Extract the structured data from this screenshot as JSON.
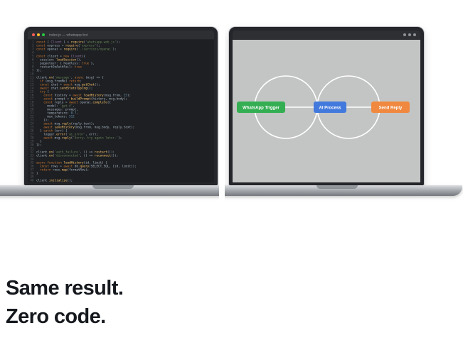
{
  "headline": {
    "line1": "Same result.",
    "line2": "Zero code."
  },
  "left_laptop": {
    "window_title": "index.js — whatsapp-bot",
    "traffic_lights": [
      "#ff5f57",
      "#febc2e",
      "#28c840"
    ],
    "code_lines": [
      {
        "n": 1,
        "t": [
          [
            "kw",
            "const"
          ],
          [
            "pl",
            " { "
          ],
          [
            "pr",
            "Client"
          ],
          [
            "pl",
            " } = "
          ],
          [
            "fn",
            "require"
          ],
          [
            "pl",
            "("
          ],
          [
            "str",
            "'whatsapp-web.js'"
          ],
          [
            "pl",
            ");"
          ]
        ]
      },
      {
        "n": 2,
        "t": [
          [
            "kw",
            "const"
          ],
          [
            "pl",
            " express = "
          ],
          [
            "fn",
            "require"
          ],
          [
            "pl",
            "("
          ],
          [
            "str",
            "'express'"
          ],
          [
            "pl",
            ");"
          ]
        ]
      },
      {
        "n": 3,
        "t": [
          [
            "kw",
            "const"
          ],
          [
            "pl",
            " openai = "
          ],
          [
            "fn",
            "require"
          ],
          [
            "pl",
            "("
          ],
          [
            "str",
            "'./services/openai'"
          ],
          [
            "pl",
            ");"
          ]
        ]
      },
      {
        "n": 4,
        "t": []
      },
      {
        "n": 5,
        "t": [
          [
            "kw",
            "const"
          ],
          [
            "pl",
            " client = "
          ],
          [
            "kw",
            "new"
          ],
          [
            "pl",
            " "
          ],
          [
            "pr",
            "Client"
          ],
          [
            "pl",
            "({"
          ]
        ]
      },
      {
        "n": 6,
        "t": [
          [
            "pl",
            "  session: "
          ],
          [
            "fn",
            "loadSession"
          ],
          [
            "pl",
            "(),"
          ]
        ]
      },
      {
        "n": 7,
        "t": [
          [
            "pl",
            "  puppeteer: { headless: "
          ],
          [
            "kw",
            "true"
          ],
          [
            "pl",
            " },"
          ]
        ]
      },
      {
        "n": 8,
        "t": [
          [
            "pl",
            "  restartOnAuthFail: "
          ],
          [
            "kw",
            "true"
          ]
        ]
      },
      {
        "n": 9,
        "t": [
          [
            "pl",
            "});"
          ]
        ]
      },
      {
        "n": 10,
        "t": []
      },
      {
        "n": 11,
        "t": [
          [
            "pl",
            "client."
          ],
          [
            "fn",
            "on"
          ],
          [
            "pl",
            "("
          ],
          [
            "str",
            "'message'"
          ],
          [
            "pl",
            ", "
          ],
          [
            "kw",
            "async"
          ],
          [
            "pl",
            " (msg) => {"
          ]
        ]
      },
      {
        "n": 12,
        "t": [
          [
            "pl",
            "  "
          ],
          [
            "kw",
            "if"
          ],
          [
            "pl",
            " (msg.fromMe) "
          ],
          [
            "kw",
            "return"
          ],
          [
            "pl",
            ";"
          ]
        ]
      },
      {
        "n": 13,
        "t": [
          [
            "pl",
            "  "
          ],
          [
            "kw",
            "const"
          ],
          [
            "pl",
            " chat = "
          ],
          [
            "kw",
            "await"
          ],
          [
            "pl",
            " msg."
          ],
          [
            "fn",
            "getChat"
          ],
          [
            "pl",
            "();"
          ]
        ]
      },
      {
        "n": 14,
        "t": [
          [
            "pl",
            "  "
          ],
          [
            "kw",
            "await"
          ],
          [
            "pl",
            " chat."
          ],
          [
            "fn",
            "sendStateTyping"
          ],
          [
            "pl",
            "();"
          ]
        ]
      },
      {
        "n": 15,
        "t": [
          [
            "pl",
            "  "
          ],
          [
            "kw",
            "try"
          ],
          [
            "pl",
            " {"
          ]
        ]
      },
      {
        "n": 16,
        "t": [
          [
            "pl",
            "    "
          ],
          [
            "kw",
            "const"
          ],
          [
            "pl",
            " history = "
          ],
          [
            "kw",
            "await"
          ],
          [
            "pl",
            " "
          ],
          [
            "fn",
            "loadHistory"
          ],
          [
            "pl",
            "(msg.from, "
          ],
          [
            "num",
            "25"
          ],
          [
            "pl",
            ");"
          ]
        ]
      },
      {
        "n": 17,
        "t": [
          [
            "pl",
            "    "
          ],
          [
            "kw",
            "const"
          ],
          [
            "pl",
            " prompt = "
          ],
          [
            "fn",
            "buildPrompt"
          ],
          [
            "pl",
            "(history, msg.body);"
          ]
        ]
      },
      {
        "n": 18,
        "t": [
          [
            "pl",
            "    "
          ],
          [
            "kw",
            "const"
          ],
          [
            "pl",
            " reply = "
          ],
          [
            "kw",
            "await"
          ],
          [
            "pl",
            " openai."
          ],
          [
            "fn",
            "complete"
          ],
          [
            "pl",
            "({"
          ]
        ]
      },
      {
        "n": 19,
        "t": [
          [
            "pl",
            "      model: "
          ],
          [
            "str",
            "'gpt-4'"
          ],
          [
            "pl",
            ","
          ]
        ]
      },
      {
        "n": 20,
        "t": [
          [
            "pl",
            "      messages: prompt,"
          ]
        ]
      },
      {
        "n": 21,
        "t": [
          [
            "pl",
            "      temperature: "
          ],
          [
            "num",
            "0.7"
          ],
          [
            "pl",
            ","
          ]
        ]
      },
      {
        "n": 22,
        "t": [
          [
            "pl",
            "      max_tokens: "
          ],
          [
            "num",
            "512"
          ]
        ]
      },
      {
        "n": 23,
        "t": [
          [
            "pl",
            "    });"
          ]
        ]
      },
      {
        "n": 24,
        "t": [
          [
            "pl",
            "    "
          ],
          [
            "kw",
            "await"
          ],
          [
            "pl",
            " msg."
          ],
          [
            "fn",
            "reply"
          ],
          [
            "pl",
            "(reply.text);"
          ]
        ]
      },
      {
        "n": 25,
        "t": [
          [
            "pl",
            "    "
          ],
          [
            "kw",
            "await"
          ],
          [
            "pl",
            " "
          ],
          [
            "fn",
            "saveHistory"
          ],
          [
            "pl",
            "(msg.from, msg.body, reply.text);"
          ]
        ]
      },
      {
        "n": 26,
        "t": [
          [
            "pl",
            "  } "
          ],
          [
            "kw",
            "catch"
          ],
          [
            "pl",
            " (err) {"
          ]
        ]
      },
      {
        "n": 27,
        "t": [
          [
            "pl",
            "    logger."
          ],
          [
            "fn",
            "error"
          ],
          [
            "pl",
            "("
          ],
          [
            "str",
            "'ai_error'"
          ],
          [
            "pl",
            ", err);"
          ]
        ]
      },
      {
        "n": 28,
        "t": [
          [
            "pl",
            "    "
          ],
          [
            "kw",
            "await"
          ],
          [
            "pl",
            " msg."
          ],
          [
            "fn",
            "reply"
          ],
          [
            "pl",
            "("
          ],
          [
            "str",
            "'Sorry, try again later.'"
          ],
          [
            "pl",
            ");"
          ]
        ]
      },
      {
        "n": 29,
        "t": [
          [
            "pl",
            "  }"
          ]
        ]
      },
      {
        "n": 30,
        "t": [
          [
            "pl",
            "});"
          ]
        ]
      },
      {
        "n": 31,
        "t": []
      },
      {
        "n": 32,
        "t": [
          [
            "pl",
            "client."
          ],
          [
            "fn",
            "on"
          ],
          [
            "pl",
            "("
          ],
          [
            "str",
            "'auth_failure'"
          ],
          [
            "pl",
            ", () => "
          ],
          [
            "fn",
            "restart"
          ],
          [
            "pl",
            "());"
          ]
        ]
      },
      {
        "n": 33,
        "t": [
          [
            "pl",
            "client."
          ],
          [
            "fn",
            "on"
          ],
          [
            "pl",
            "("
          ],
          [
            "str",
            "'disconnected'"
          ],
          [
            "pl",
            ", () => "
          ],
          [
            "fn",
            "reconnect"
          ],
          [
            "pl",
            "());"
          ]
        ]
      },
      {
        "n": 34,
        "t": []
      },
      {
        "n": 35,
        "t": [
          [
            "kw",
            "async"
          ],
          [
            "pl",
            " "
          ],
          [
            "kw",
            "function"
          ],
          [
            "pl",
            " "
          ],
          [
            "fn",
            "loadHistory"
          ],
          [
            "pl",
            "(id, limit) {"
          ]
        ]
      },
      {
        "n": 36,
        "t": [
          [
            "pl",
            "  "
          ],
          [
            "kw",
            "const"
          ],
          [
            "pl",
            " rows = "
          ],
          [
            "kw",
            "await"
          ],
          [
            "pl",
            " db."
          ],
          [
            "fn",
            "query"
          ],
          [
            "pl",
            "(SELECT_SQL, [id, limit]);"
          ]
        ]
      },
      {
        "n": 37,
        "t": [
          [
            "pl",
            "  "
          ],
          [
            "kw",
            "return"
          ],
          [
            "pl",
            " rows."
          ],
          [
            "fn",
            "map"
          ],
          [
            "pl",
            "(formatRow);"
          ]
        ]
      },
      {
        "n": 38,
        "t": [
          [
            "pl",
            "}"
          ]
        ]
      },
      {
        "n": 39,
        "t": []
      },
      {
        "n": 40,
        "t": [
          [
            "pl",
            "client."
          ],
          [
            "fn",
            "initialize"
          ],
          [
            "pl",
            "();"
          ]
        ]
      }
    ]
  },
  "right_laptop": {
    "dot_color": "#8e9296",
    "workflow": {
      "canvas_color": "#c3c5c4",
      "connector_color": "#ffffff",
      "nodes": [
        {
          "label": "WhatsApp Trigger",
          "color": "#34ae53"
        },
        {
          "label": "AI Process",
          "color": "#4279dd"
        },
        {
          "label": "Send Reply",
          "color": "#f0883f"
        }
      ]
    }
  }
}
